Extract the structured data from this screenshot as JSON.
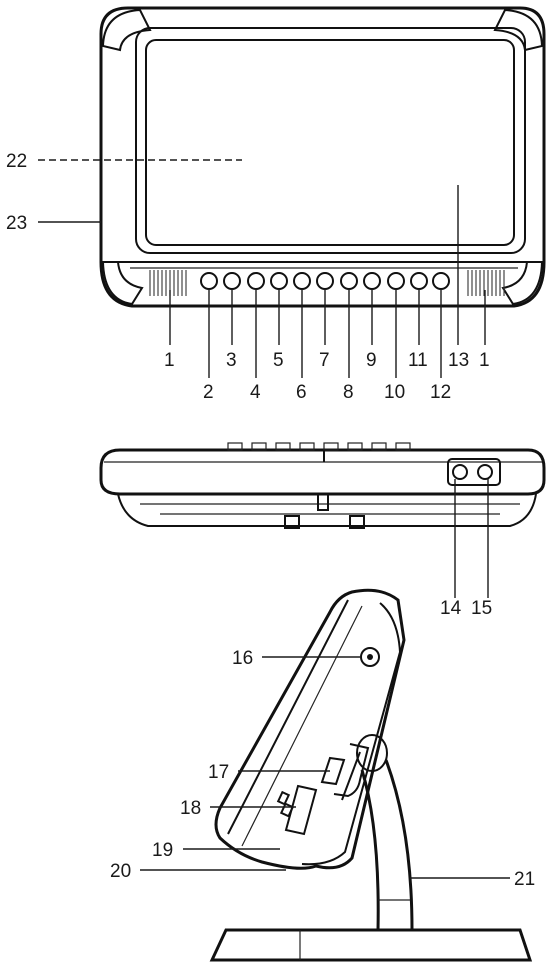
{
  "callouts": {
    "c1a": "1",
    "c1b": "1",
    "c2": "2",
    "c3": "3",
    "c4": "4",
    "c5": "5",
    "c6": "6",
    "c7": "7",
    "c8": "8",
    "c9": "9",
    "c10": "10",
    "c11": "11",
    "c12": "12",
    "c13": "13",
    "c14": "14",
    "c15": "15",
    "c16": "16",
    "c17": "17",
    "c18": "18",
    "c19": "19",
    "c20": "20",
    "c21": "21",
    "c22": "22",
    "c23": "23"
  }
}
